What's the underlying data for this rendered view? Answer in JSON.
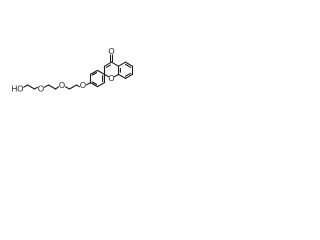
{
  "molecule": {
    "labels": {
      "hydroxyl": "HO",
      "ether_oxygen_1": "O",
      "ether_oxygen_2": "O",
      "ether_oxygen_3": "O",
      "ring_oxygen": "O",
      "carbonyl_oxygen": "O"
    }
  }
}
